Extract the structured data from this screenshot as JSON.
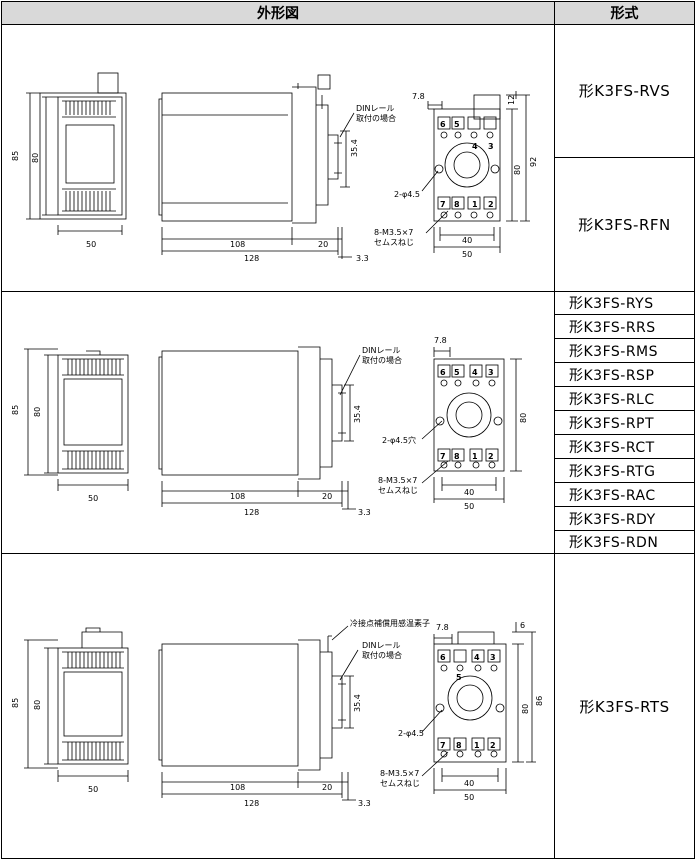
{
  "header": {
    "outline": "外形図",
    "model": "形式"
  },
  "rows": [
    {
      "models": [
        "形K3FS-RVS",
        "形K3FS-RFN"
      ]
    },
    {
      "models": [
        "形K3FS-RYS",
        "形K3FS-RRS",
        "形K3FS-RMS",
        "形K3FS-RSP",
        "形K3FS-RLC",
        "形K3FS-RPT",
        "形K3FS-RCT",
        "形K3FS-RTG",
        "形K3FS-RAC",
        "形K3FS-RDY",
        "形K3FS-RDN"
      ]
    },
    {
      "models": [
        "形K3FS-RTS"
      ]
    }
  ],
  "dims": {
    "height_outer": "85",
    "height_inner": "80",
    "width_front": "50",
    "depth_body": "108",
    "depth_socket": "20",
    "depth_total": "128",
    "depth_offset": "3.3",
    "din_pitch": "35.4",
    "din_note_1": "DINレール",
    "din_note_2": "取付の場合",
    "pitch_top": "7.8",
    "hole_note": "2-φ4.5",
    "hole_note_alt": "2-φ4.5穴",
    "screw_note_1": "8-M3.5×7",
    "screw_note_2": "セムスねじ",
    "socket_height": "80",
    "socket_width_inner": "40",
    "socket_width_outer": "50",
    "rvs_total": "92",
    "rvs_top": "12",
    "rts_total": "86",
    "rts_top": "6",
    "cold_junction": "冷接点補償用感温素子",
    "terminals_top": [
      "6",
      "5",
      "4",
      "3"
    ],
    "terminals_bottom": [
      "7",
      "8",
      "1",
      "2"
    ]
  }
}
